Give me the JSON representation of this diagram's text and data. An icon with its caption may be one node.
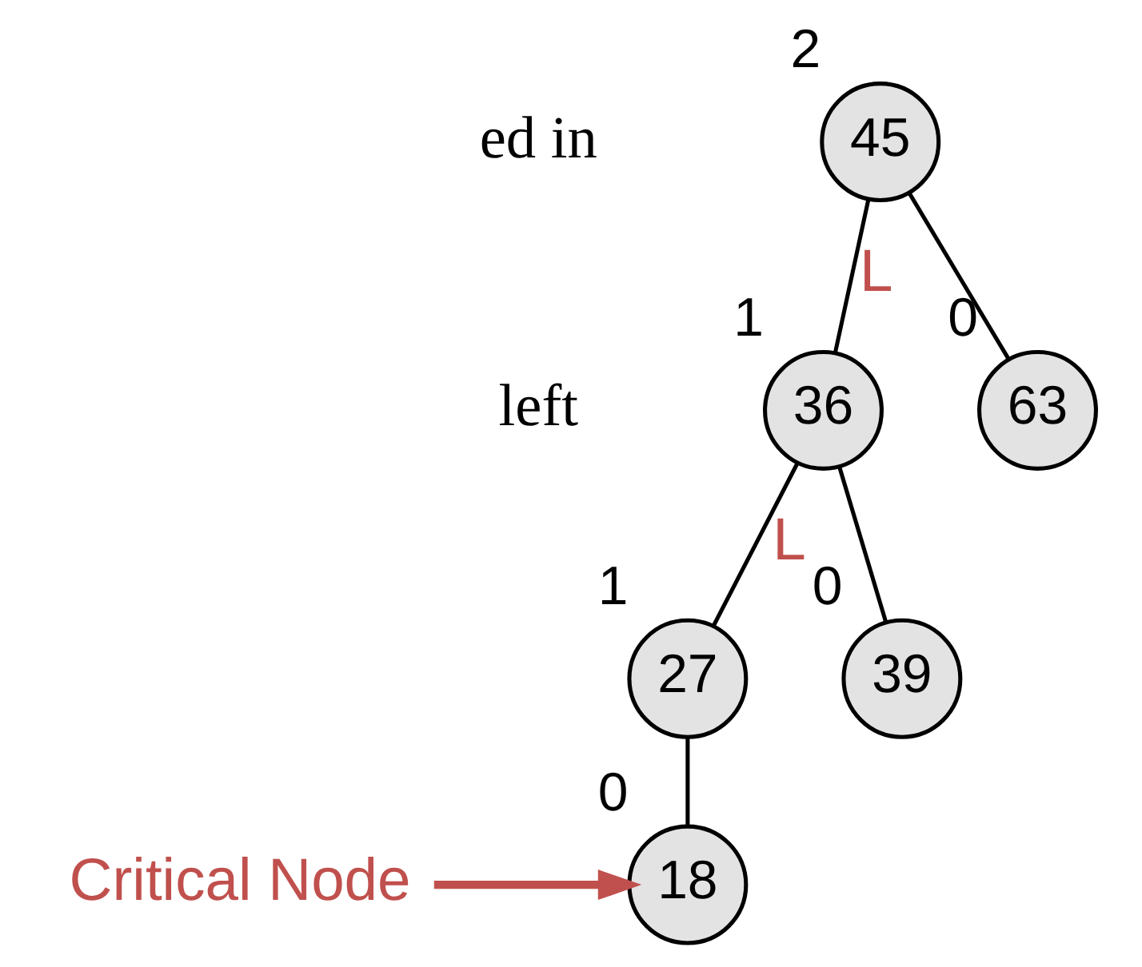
{
  "diagram": {
    "nodes": [
      {
        "text": [
          "45"
        ],
        "beside": [
          "2"
        ]
      },
      {
        "text": [
          "36"
        ],
        "beside": [
          "1"
        ]
      },
      {
        "text": [
          "63"
        ],
        "beside": [
          "0"
        ]
      },
      {
        "text": [
          "27"
        ],
        "beside": [
          "1"
        ]
      },
      {
        "text": [
          "39"
        ],
        "beside": [
          "0"
        ]
      },
      {
        "text": [
          "18"
        ],
        "beside": [
          "0"
        ]
      },
      {
        "text": [
          "Critical Node"
        ]
      }
    ],
    "edges": [
      {
        "from": 0,
        "to": 1,
        "arrow": "none",
        "label": "L"
      },
      {
        "from": 0,
        "to": 2,
        "arrow": "none"
      },
      {
        "from": 1,
        "to": 3,
        "arrow": "none",
        "label": "L"
      },
      {
        "from": 1,
        "to": 4,
        "arrow": "none"
      },
      {
        "from": 3,
        "to": 5,
        "arrow": "none"
      },
      {
        "from": 6,
        "to": 5,
        "arrow": "to",
        "style": "thick",
        "color": "#c0504d"
      }
    ],
    "labels": [
      "ed in",
      "left"
    ]
  }
}
